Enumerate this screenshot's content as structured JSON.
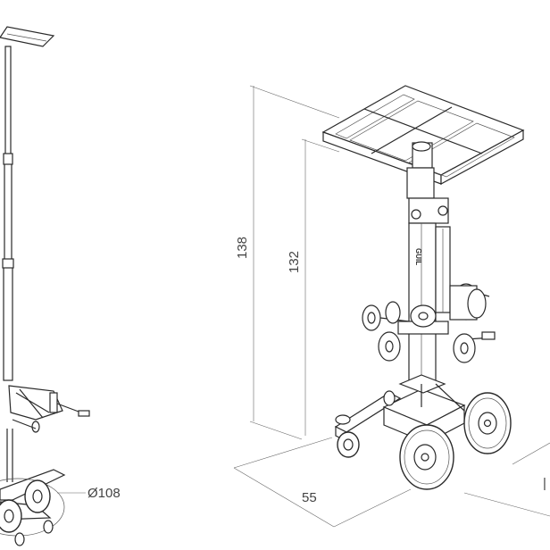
{
  "dimensions": {
    "total_height": "138",
    "platform_height": "132",
    "width": "55",
    "diameter": "Ø108"
  },
  "brand_text": "GUIL"
}
